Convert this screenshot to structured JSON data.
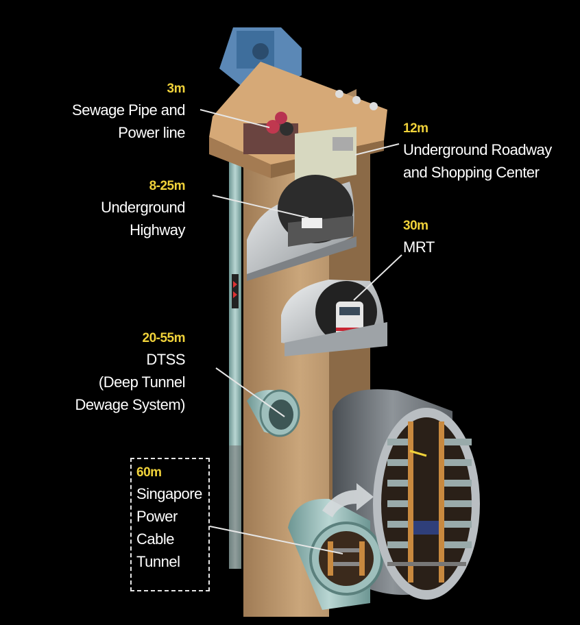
{
  "labels": {
    "sewage": {
      "depth": "3m",
      "lines": [
        "Sewage Pipe and",
        "Power line"
      ]
    },
    "roadway": {
      "depth": "12m",
      "lines": [
        "Underground Roadway",
        "and Shopping Center"
      ]
    },
    "highway": {
      "depth": "8-25m",
      "lines": [
        "Underground",
        "Highway"
      ]
    },
    "mrt": {
      "depth": "30m",
      "lines": [
        "MRT"
      ]
    },
    "dtss": {
      "depth": "20-55m",
      "lines": [
        "DTSS",
        "(Deep Tunnel",
        "Dewage System)"
      ]
    },
    "cable": {
      "depth": "60m",
      "lines": [
        "Singapore",
        "Power",
        "Cable",
        "Tunnel"
      ]
    }
  },
  "colors": {
    "background": "#000000",
    "depth_text": "#f0d23a",
    "label_text": "#ffffff",
    "earth": "#c8a277",
    "tunnel_grey": "#b8bcbf",
    "pipe_teal": "#8fb3b0",
    "plant_blue": "#5b88b6"
  }
}
